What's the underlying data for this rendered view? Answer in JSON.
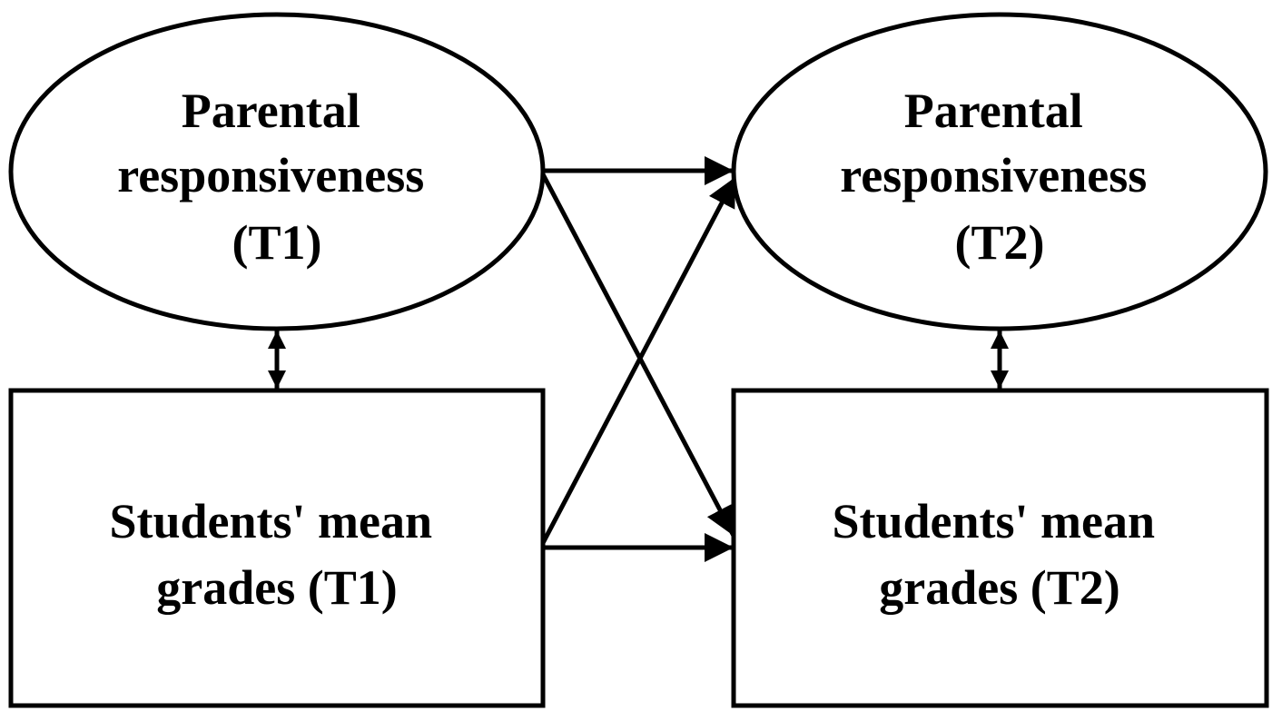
{
  "nodes": {
    "pr_t1": {
      "lines": [
        "Parental",
        "responsiveness",
        "(T1)"
      ]
    },
    "pr_t2": {
      "lines": [
        "Parental",
        "responsiveness",
        "(T2)"
      ]
    },
    "grades_t1": {
      "lines": [
        "Students' mean",
        "grades (T1)"
      ]
    },
    "grades_t2": {
      "lines": [
        "Students' mean",
        "grades (T2)"
      ]
    }
  },
  "edges": [
    {
      "from": "pr_t1",
      "to": "pr_t2",
      "type": "directed"
    },
    {
      "from": "pr_t1",
      "to": "grades_t2",
      "type": "directed"
    },
    {
      "from": "grades_t1",
      "to": "pr_t2",
      "type": "directed"
    },
    {
      "from": "grades_t1",
      "to": "grades_t2",
      "type": "directed"
    },
    {
      "from": "pr_t1",
      "to": "grades_t1",
      "type": "bidirectional"
    },
    {
      "from": "pr_t2",
      "to": "grades_t2",
      "type": "bidirectional"
    }
  ],
  "colors": {
    "stroke": "#000000",
    "background": "#ffffff"
  }
}
